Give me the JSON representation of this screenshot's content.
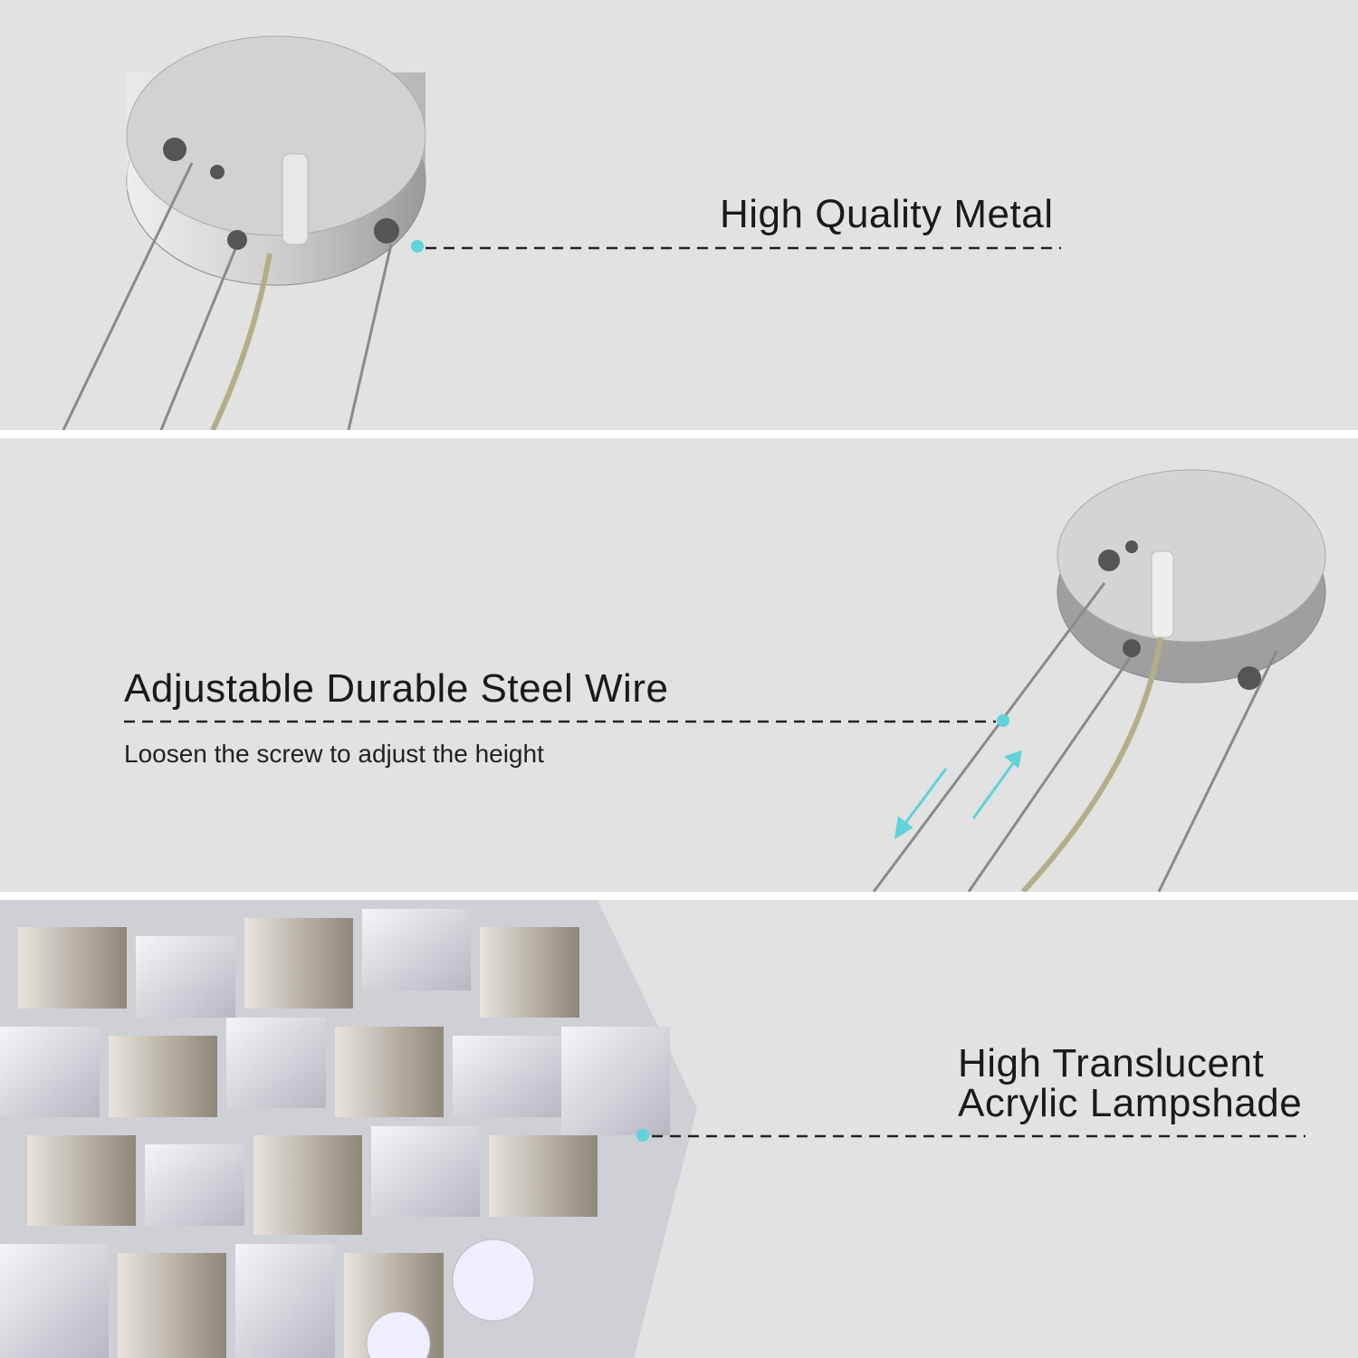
{
  "panels": [
    {
      "title": "High Quality Metal"
    },
    {
      "title": "Adjustable Durable Steel Wire",
      "subtitle": "Loosen the screw to adjust the height"
    },
    {
      "title": "High Translucent",
      "title_line2": "Acrylic Lampshade"
    }
  ],
  "colors": {
    "background": "#e1e2e1",
    "accent": "#5fd3d8",
    "text": "#1a1a1a"
  }
}
